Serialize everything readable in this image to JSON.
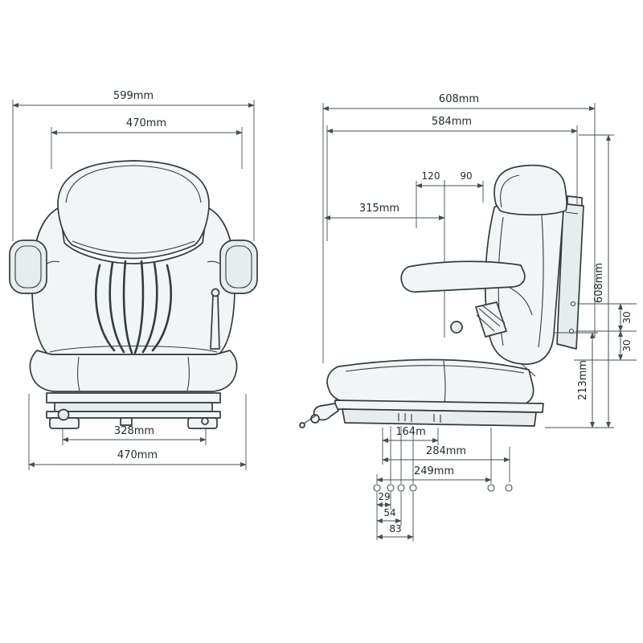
{
  "diagram": {
    "description": "Technical dimension drawing of a suspension vehicle seat, front view and side view",
    "front_view": {
      "dims": {
        "overall_width": "599mm",
        "backrest_width": "470mm",
        "rail_spacing": "328mm",
        "base_width": "470mm"
      }
    },
    "side_view": {
      "dims": {
        "overall_depth": "608mm",
        "upper_depth": "584mm",
        "offset_120": "120",
        "offset_90": "90",
        "backrest_to_front": "315mm",
        "overall_height": "608mm",
        "adjust_upper": "30",
        "adjust_lower": "30",
        "base_height": "213mm",
        "mount_a": "164m",
        "mount_b": "284mm",
        "mount_c": "249mm",
        "hole_a": "29",
        "hole_b": "54",
        "hole_c": "83"
      }
    },
    "colors": {
      "line": "#333d3c",
      "dimension": "#44504f",
      "fill_light": "#f2f5f5",
      "fill_shade": "#e7edec"
    }
  }
}
